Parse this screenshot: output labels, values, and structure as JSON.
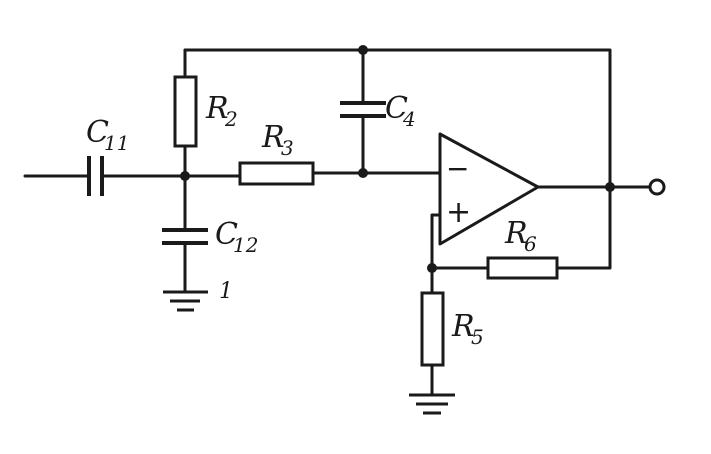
{
  "colors": {
    "ink": "#1a1a1a",
    "paper": "#ffffff"
  },
  "components": {
    "c11": {
      "letter": "C",
      "sub": "11"
    },
    "c12": {
      "letter": "C",
      "sub": "12"
    },
    "c4": {
      "letter": "C",
      "sub": "4"
    },
    "r2": {
      "letter": "R",
      "sub": "2"
    },
    "r3": {
      "letter": "R",
      "sub": "3"
    },
    "r5": {
      "letter": "R",
      "sub": "5"
    },
    "r6": {
      "letter": "R",
      "sub": "6"
    }
  },
  "opamp": {
    "minus": "−",
    "plus": "+"
  },
  "ground_mark": "1"
}
